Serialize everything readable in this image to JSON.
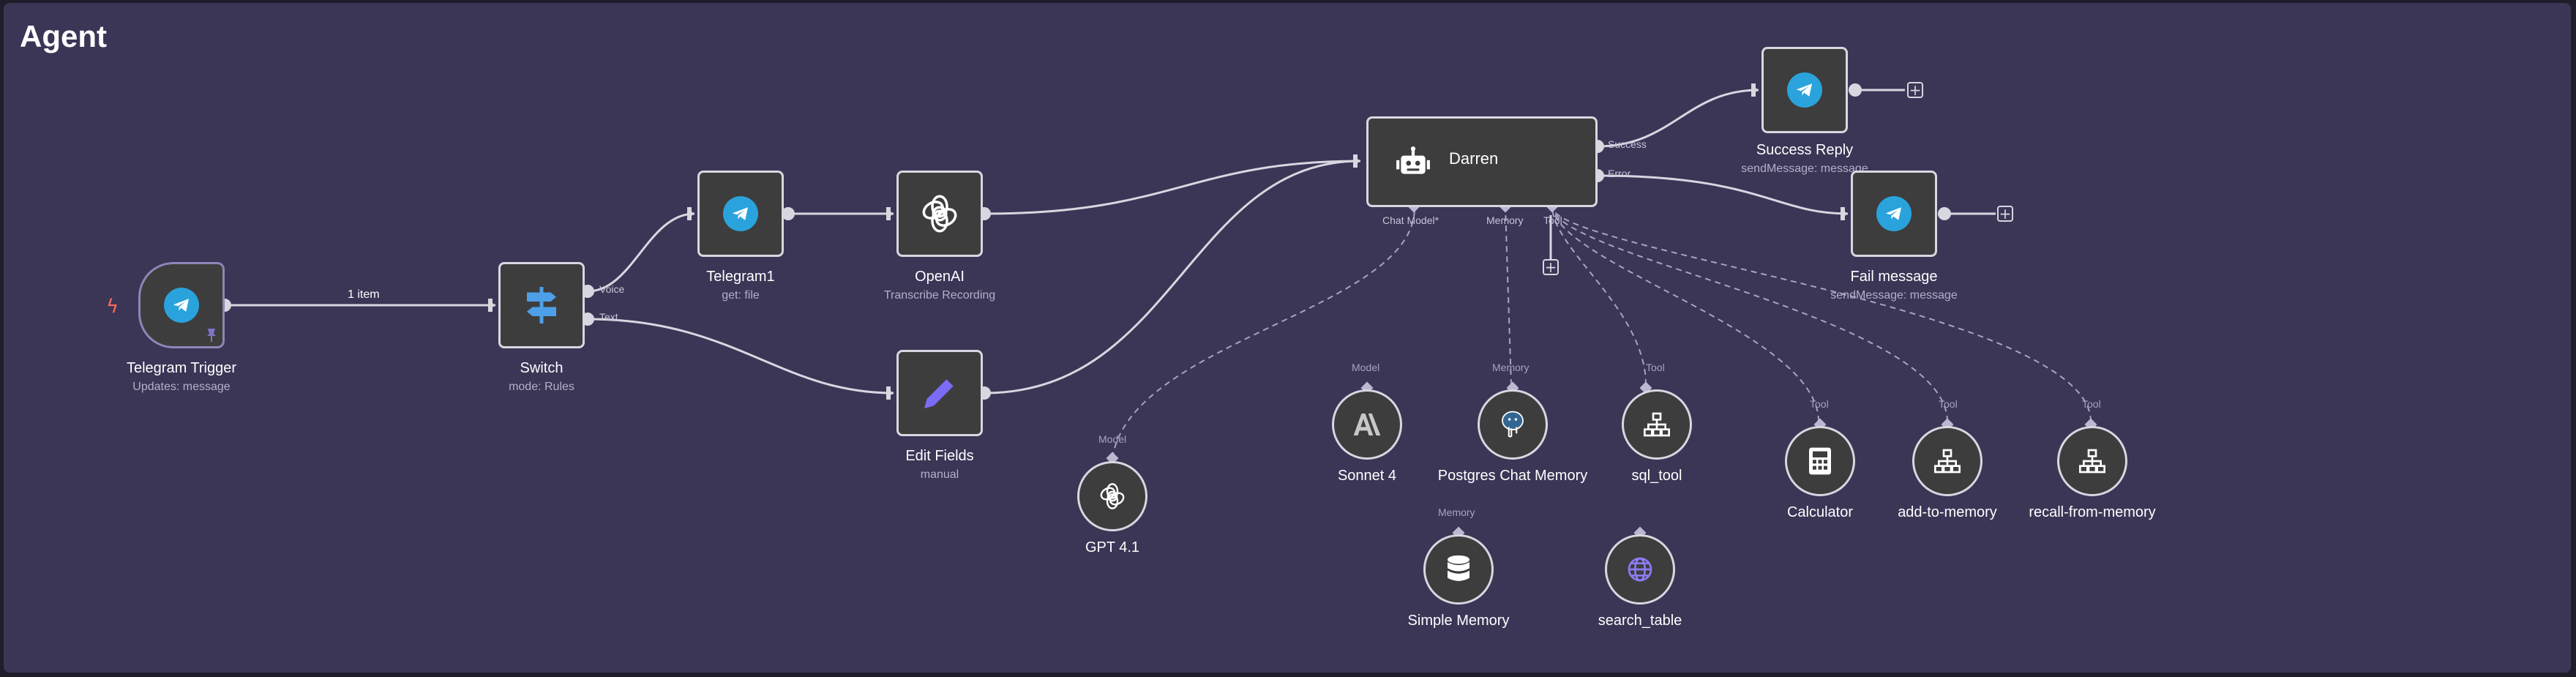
{
  "workflow_title": "Agent",
  "colors": {
    "background": "#3b3556",
    "node_fill": "#3d3d3d",
    "node_border": "#d7d7e0",
    "telegram": "#2aa3dc",
    "edit_icon": "#7b6cf6",
    "switch_icon": "#4d9fe8",
    "trigger_bolt": "#ff6d5a"
  },
  "nodes": {
    "telegram_trigger": {
      "label": "Telegram Trigger",
      "subtitle": "Updates: message",
      "icon": "telegram-icon"
    },
    "switch": {
      "label": "Switch",
      "subtitle": "mode: Rules",
      "icon": "signpost-icon",
      "outputs": [
        "Voice",
        "Text"
      ]
    },
    "telegram1": {
      "label": "Telegram1",
      "subtitle": "get: file",
      "icon": "telegram-icon"
    },
    "openai": {
      "label": "OpenAI",
      "subtitle": "Transcribe Recording",
      "icon": "openai-icon"
    },
    "edit_fields": {
      "label": "Edit Fields",
      "subtitle": "manual",
      "icon": "pencil-icon"
    },
    "darren": {
      "label": "Darren",
      "icon": "robot-icon",
      "outputs": [
        "Success",
        "Error"
      ],
      "inputs": [
        "Chat Model*",
        "Memory",
        "Tool"
      ]
    },
    "success_reply": {
      "label": "Success Reply",
      "subtitle": "sendMessage: message",
      "icon": "telegram-icon"
    },
    "fail_message": {
      "label": "Fail message",
      "subtitle": "sendMessage: message",
      "icon": "telegram-icon"
    },
    "gpt41": {
      "label": "GPT 4.1",
      "connector": "Model",
      "icon": "openai-icon"
    },
    "sonnet4": {
      "label": "Sonnet 4",
      "connector": "Model",
      "icon": "anthropic-icon"
    },
    "postgres": {
      "label": "Postgres Chat Memory",
      "connector": "Memory",
      "icon": "postgres-icon"
    },
    "simple_memory": {
      "label": "Simple Memory",
      "connector": "Memory",
      "icon": "database-icon"
    },
    "sql_tool": {
      "label": "sql_tool",
      "connector": "Tool",
      "icon": "sitemap-icon"
    },
    "search_table": {
      "label": "search_table",
      "icon": "globe-icon"
    },
    "calculator": {
      "label": "Calculator",
      "connector": "Tool",
      "icon": "calculator-icon"
    },
    "add_to_memory": {
      "label": "add-to-memory",
      "connector": "Tool",
      "icon": "sitemap-icon"
    },
    "recall_from_memory": {
      "label": "recall-from-memory",
      "connector": "Tool",
      "icon": "sitemap-icon"
    }
  },
  "edge_labels": {
    "trigger_to_switch": "1 item"
  },
  "plus_symbol": "+"
}
